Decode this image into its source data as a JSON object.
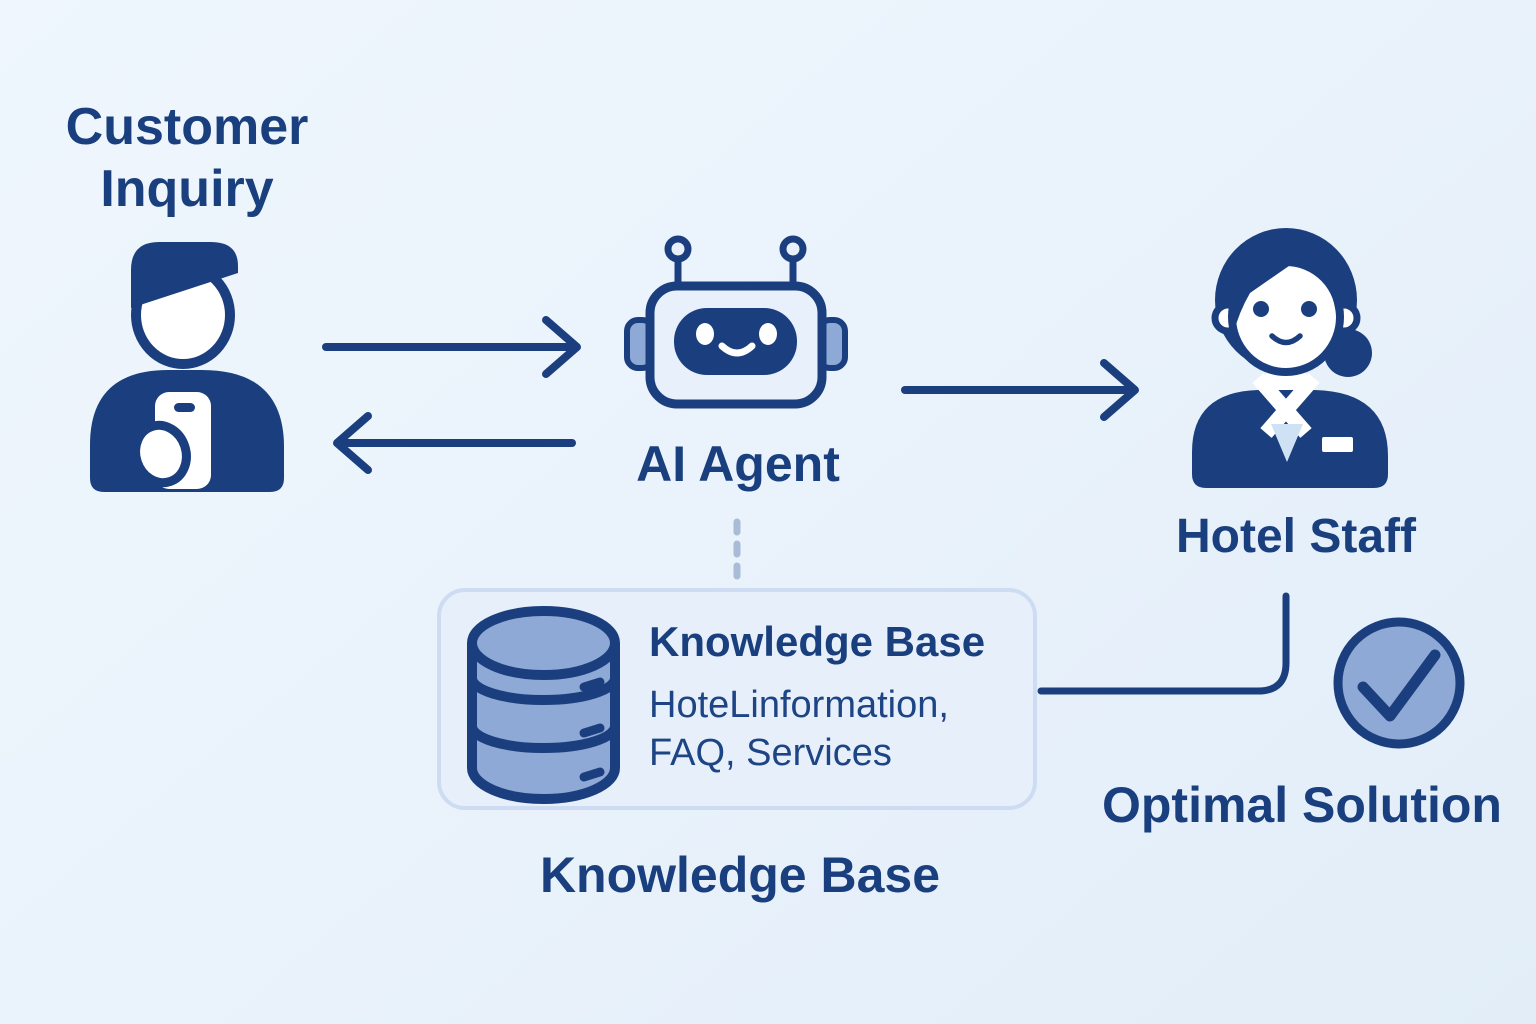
{
  "diagram": {
    "customer": {
      "label_line1": "Customer",
      "label_line2": "Inquiry"
    },
    "ai_agent": {
      "label": "AI Agent"
    },
    "hotel_staff": {
      "label": "Hotel Staff"
    },
    "knowledge_base_card": {
      "title": "Knowledge Base",
      "line1": "HoteLinformation,",
      "line2": "FAQ, Services"
    },
    "knowledge_base_caption": "Knowledge Base",
    "optimal_solution": {
      "label": "Optimal Solution"
    }
  },
  "icons": {
    "customer": "person-with-phone-icon",
    "ai_agent": "robot-icon",
    "hotel_staff": "receptionist-icon",
    "knowledge_base": "database-icon",
    "optimal_solution": "check-circle-icon"
  },
  "colors": {
    "background": "#e9f2fb",
    "navy": "#1b3f7e",
    "periwinkle": "#8fa9d6",
    "robot_head_fill": "#e8f1fb",
    "card_fill": "#e7effb",
    "card_border": "#cddcf3",
    "dotted_connector": "#a8bcd8",
    "tie": "#cfe2f5"
  }
}
